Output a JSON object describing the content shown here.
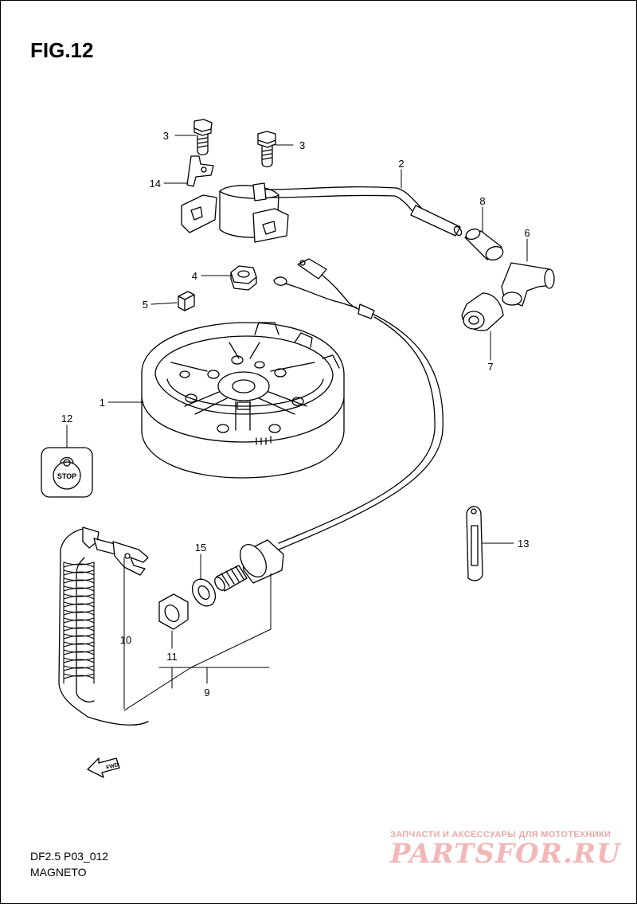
{
  "figure": {
    "title": "FIG.12",
    "code": "DF2.5 P03_012",
    "name": "MAGNETO"
  },
  "parts": [
    {
      "number": "1",
      "description": "flywheel rotor"
    },
    {
      "number": "2",
      "description": "ignition coil with high tension cord"
    },
    {
      "number": "3",
      "description": "bolt"
    },
    {
      "number": "3",
      "description": "bolt"
    },
    {
      "number": "4",
      "description": "nut"
    },
    {
      "number": "5",
      "description": "key"
    },
    {
      "number": "6",
      "description": "spark plug cap"
    },
    {
      "number": "7",
      "description": "cover"
    },
    {
      "number": "8",
      "description": "cap"
    },
    {
      "number": "9",
      "description": "stop switch assembly"
    },
    {
      "number": "10",
      "description": "lanyard"
    },
    {
      "number": "11",
      "description": "nut"
    },
    {
      "number": "12",
      "description": "stop label"
    },
    {
      "number": "13",
      "description": "clamp"
    },
    {
      "number": "14",
      "description": "clamp"
    },
    {
      "number": "15",
      "description": "washer"
    }
  ],
  "labels": {
    "stop_badge": "STOP",
    "fwd_arrow": "FWD"
  },
  "watermark": {
    "tagline": "ЗАПЧАСТИ И АКСЕССУАРЫ ДЛЯ МОТОТЕХНИКИ",
    "logo": "PARTSFOR.RU"
  }
}
